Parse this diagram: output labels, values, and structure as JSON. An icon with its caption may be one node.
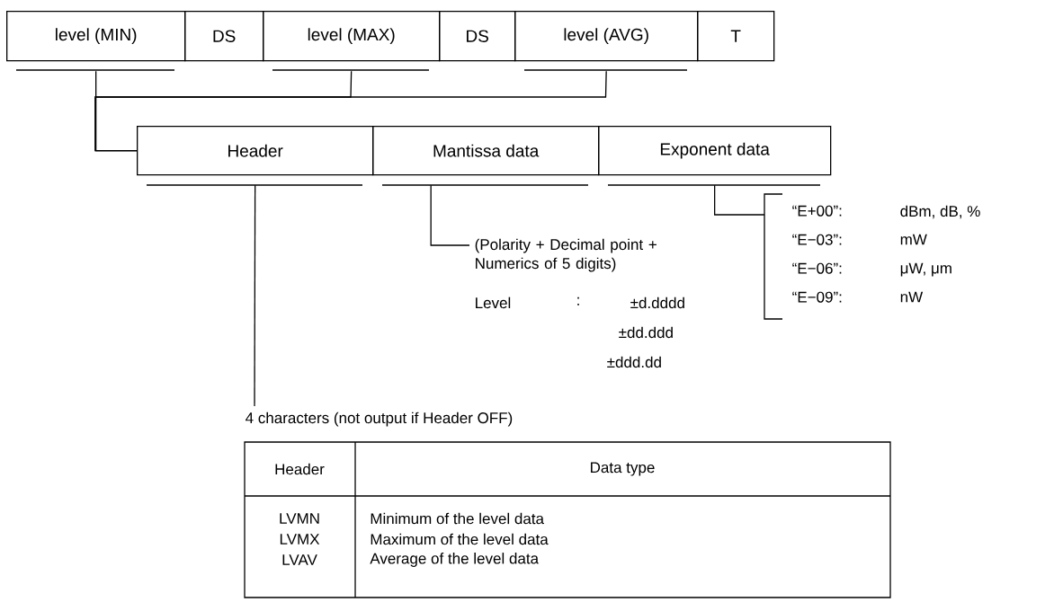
{
  "diagram": {
    "nodes": [
      {
        "text": [
          "level (MIN)"
        ]
      },
      {
        "text": [
          "DS"
        ]
      },
      {
        "text": [
          "level (MAX)"
        ]
      },
      {
        "text": [
          "DS"
        ]
      },
      {
        "text": [
          "level (AVG)"
        ]
      },
      {
        "text": [
          "T"
        ]
      },
      {
        "text": [
          "Header"
        ]
      },
      {
        "text": [
          "Mantissa data"
        ]
      },
      {
        "text": [
          "Exponent data"
        ]
      },
      {
        "text": [
          "4 characters (not output if Header OFF)"
        ]
      },
      {
        "text": [
          "(Polarity + Decimal point + Numerics of 5 digits)",
          "Level",
          ":",
          "±d.dddd",
          "±dd.ddd",
          "±ddd.dd"
        ]
      },
      {
        "text": [
          "“E+00”:",
          "dBm, dB, %",
          "“E−03”:",
          "mW",
          "“E−06”:",
          "μW, μm",
          "“E−09”:",
          "nW"
        ]
      }
    ],
    "edges": [
      {
        "from": 0,
        "to": 6,
        "arrow": "none"
      },
      {
        "from": 2,
        "to": 6,
        "arrow": "none"
      },
      {
        "from": 4,
        "to": 6,
        "arrow": "none"
      },
      {
        "from": 6,
        "to": 9,
        "arrow": "none"
      },
      {
        "from": 7,
        "to": 10,
        "arrow": "none"
      },
      {
        "from": 8,
        "to": 11,
        "arrow": "none"
      }
    ],
    "labels": [
      "Header",
      "Data type",
      "LVMN",
      "Minimum of the level data",
      "LVMX",
      "Maximum of the level data",
      "LVAV",
      "Average of the level data"
    ]
  }
}
